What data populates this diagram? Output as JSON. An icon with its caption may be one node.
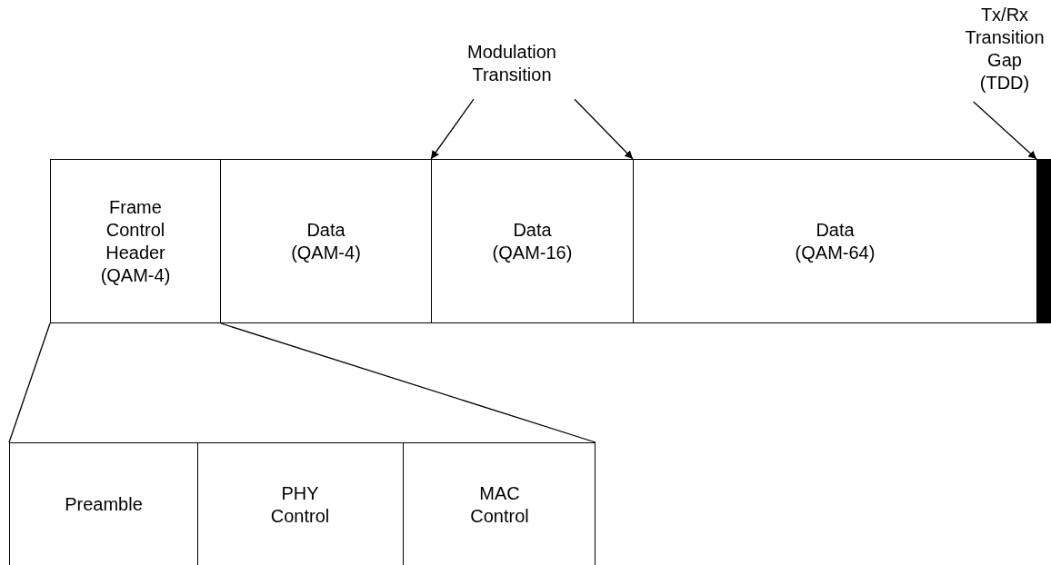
{
  "diagram": {
    "nodes": [
      {
        "text": [
          "Modulation Transition"
        ]
      },
      {
        "text": [
          "Tx/Rx Transition Gap (TDD)"
        ]
      },
      {
        "text": [
          "Frame Control Header (QAM-4)"
        ]
      },
      {
        "text": [
          "Data (QAM-4)"
        ]
      },
      {
        "text": [
          "Data (QAM-16)"
        ]
      },
      {
        "text": [
          "Data (QAM-64)"
        ]
      },
      {
        "text": [],
        "shape": "bar"
      },
      {
        "text": [],
        "shape": "box"
      },
      {
        "text": [
          "Preamble"
        ],
        "in": 7
      },
      {
        "text": [
          "PHY Control"
        ],
        "in": 7
      },
      {
        "text": [
          "MAC Control"
        ],
        "in": 7
      }
    ],
    "edges": [
      {
        "from": 0,
        "to": 4,
        "arrow": "to"
      },
      {
        "from": 0,
        "to": 5,
        "arrow": "to"
      },
      {
        "from": 1,
        "to": 6,
        "arrow": "to"
      },
      {
        "from": 2,
        "to": 7,
        "arrow": "none"
      },
      {
        "from": 2,
        "to": 7,
        "arrow": "none"
      }
    ]
  }
}
